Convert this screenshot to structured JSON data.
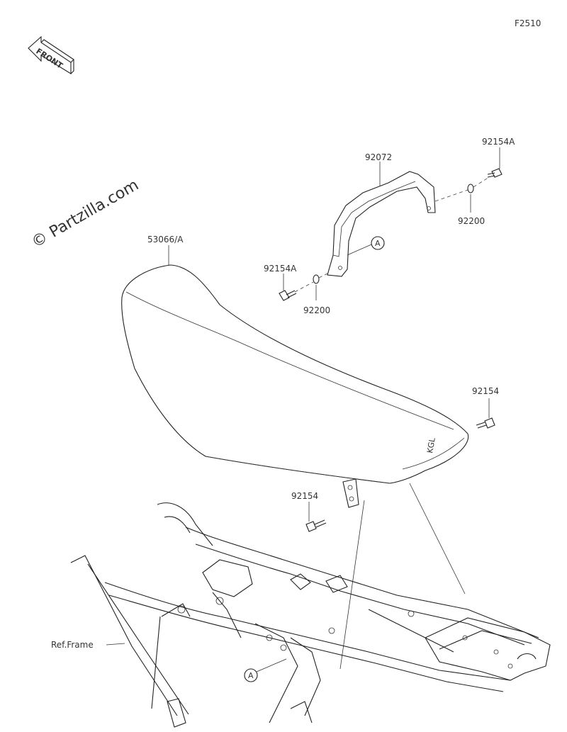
{
  "diagram_code": "F2510",
  "front_badge": "FRONT",
  "watermark": "© Partzilla.com",
  "reference_label": "Ref.Frame",
  "callouts": {
    "bracket": "92072",
    "bolt_top_right": "92154A",
    "washer_top_right": "92200",
    "bolt_left": "92154A",
    "washer_left": "92200",
    "seat": "53066/A",
    "bolt_seat_right": "92154",
    "bolt_seat_bottom": "92154",
    "marker_top": "A",
    "marker_bottom": "A"
  }
}
